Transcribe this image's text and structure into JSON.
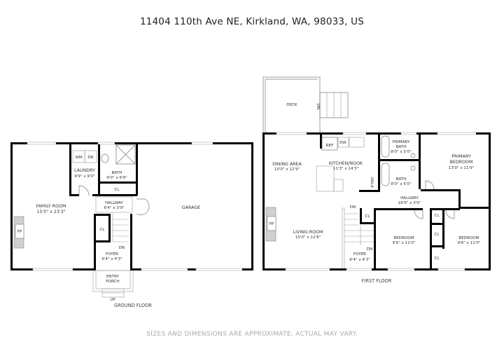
{
  "header": {
    "address": "11404 110th Ave NE, Kirkland, WA, 98033, US"
  },
  "footer": {
    "disclaimer": "SIZES AND DIMENSIONS ARE APPROXIMATE, ACTUAL MAY VARY."
  },
  "ground_floor": {
    "label": "GROUND FLOOR",
    "rooms": {
      "family_room": {
        "name": "FAMILY ROOM",
        "dims": "15'0\" x 23'3\""
      },
      "laundry": {
        "name": "LAUNDRY",
        "dims": "4'9\" x 9'0\""
      },
      "bath": {
        "name": "BATH",
        "dims": "6'0\" x 6'6\""
      },
      "hallway": {
        "name": "HALLWAY",
        "dims": "6'4\" x 3'9\""
      },
      "foyer": {
        "name": "FOYER",
        "dims": "6'4\" x 4'3\""
      },
      "entry_porch": {
        "name": "ENTRY",
        "name2": "PORCH"
      },
      "garage": {
        "name": "GARAGE"
      }
    },
    "fixtures": {
      "wm": "WM",
      "dr": "DR",
      "cl": "CL",
      "fp": "FP",
      "dn": "DN",
      "up": "UP"
    }
  },
  "first_floor": {
    "label": "FIRST FLOOR",
    "rooms": {
      "deck": {
        "name": "DECK"
      },
      "dining": {
        "name": "DINING AREA",
        "dims": "10'0\" x 12'9\""
      },
      "kitchen": {
        "name": "KITCHEN/NOOK",
        "dims": "11'3\" x 14'3\""
      },
      "primary_bath": {
        "name": "PRIMARY",
        "name2": "BATH",
        "dims": "8'0\" x 5'0\""
      },
      "bath": {
        "name": "BATH",
        "dims": "8'0\" x 5'0\""
      },
      "primary_bedroom": {
        "name": "PRIMARY",
        "name2": "BEDROOM",
        "dims": "13'0\" x 11'9\""
      },
      "hallway": {
        "name": "HALLWAY",
        "dims": "18'6\" x 3'0\""
      },
      "living": {
        "name": "LIVING ROOM",
        "dims": "15'0\" x 12'6\""
      },
      "foyer": {
        "name": "FOYER",
        "dims": "6'4\" x 4'3\""
      },
      "bedroom1": {
        "name": "BEDROOM",
        "dims": "9'6\" x 11'0\""
      },
      "bedroom2": {
        "name": "BEDROOM",
        "dims": "9'6\" x 11'0\""
      }
    },
    "fixtures": {
      "ref": "REF",
      "dw": "DW",
      "ptry": "P'TRY",
      "cl": "CL",
      "fp": "FP",
      "dn": "DN"
    }
  }
}
